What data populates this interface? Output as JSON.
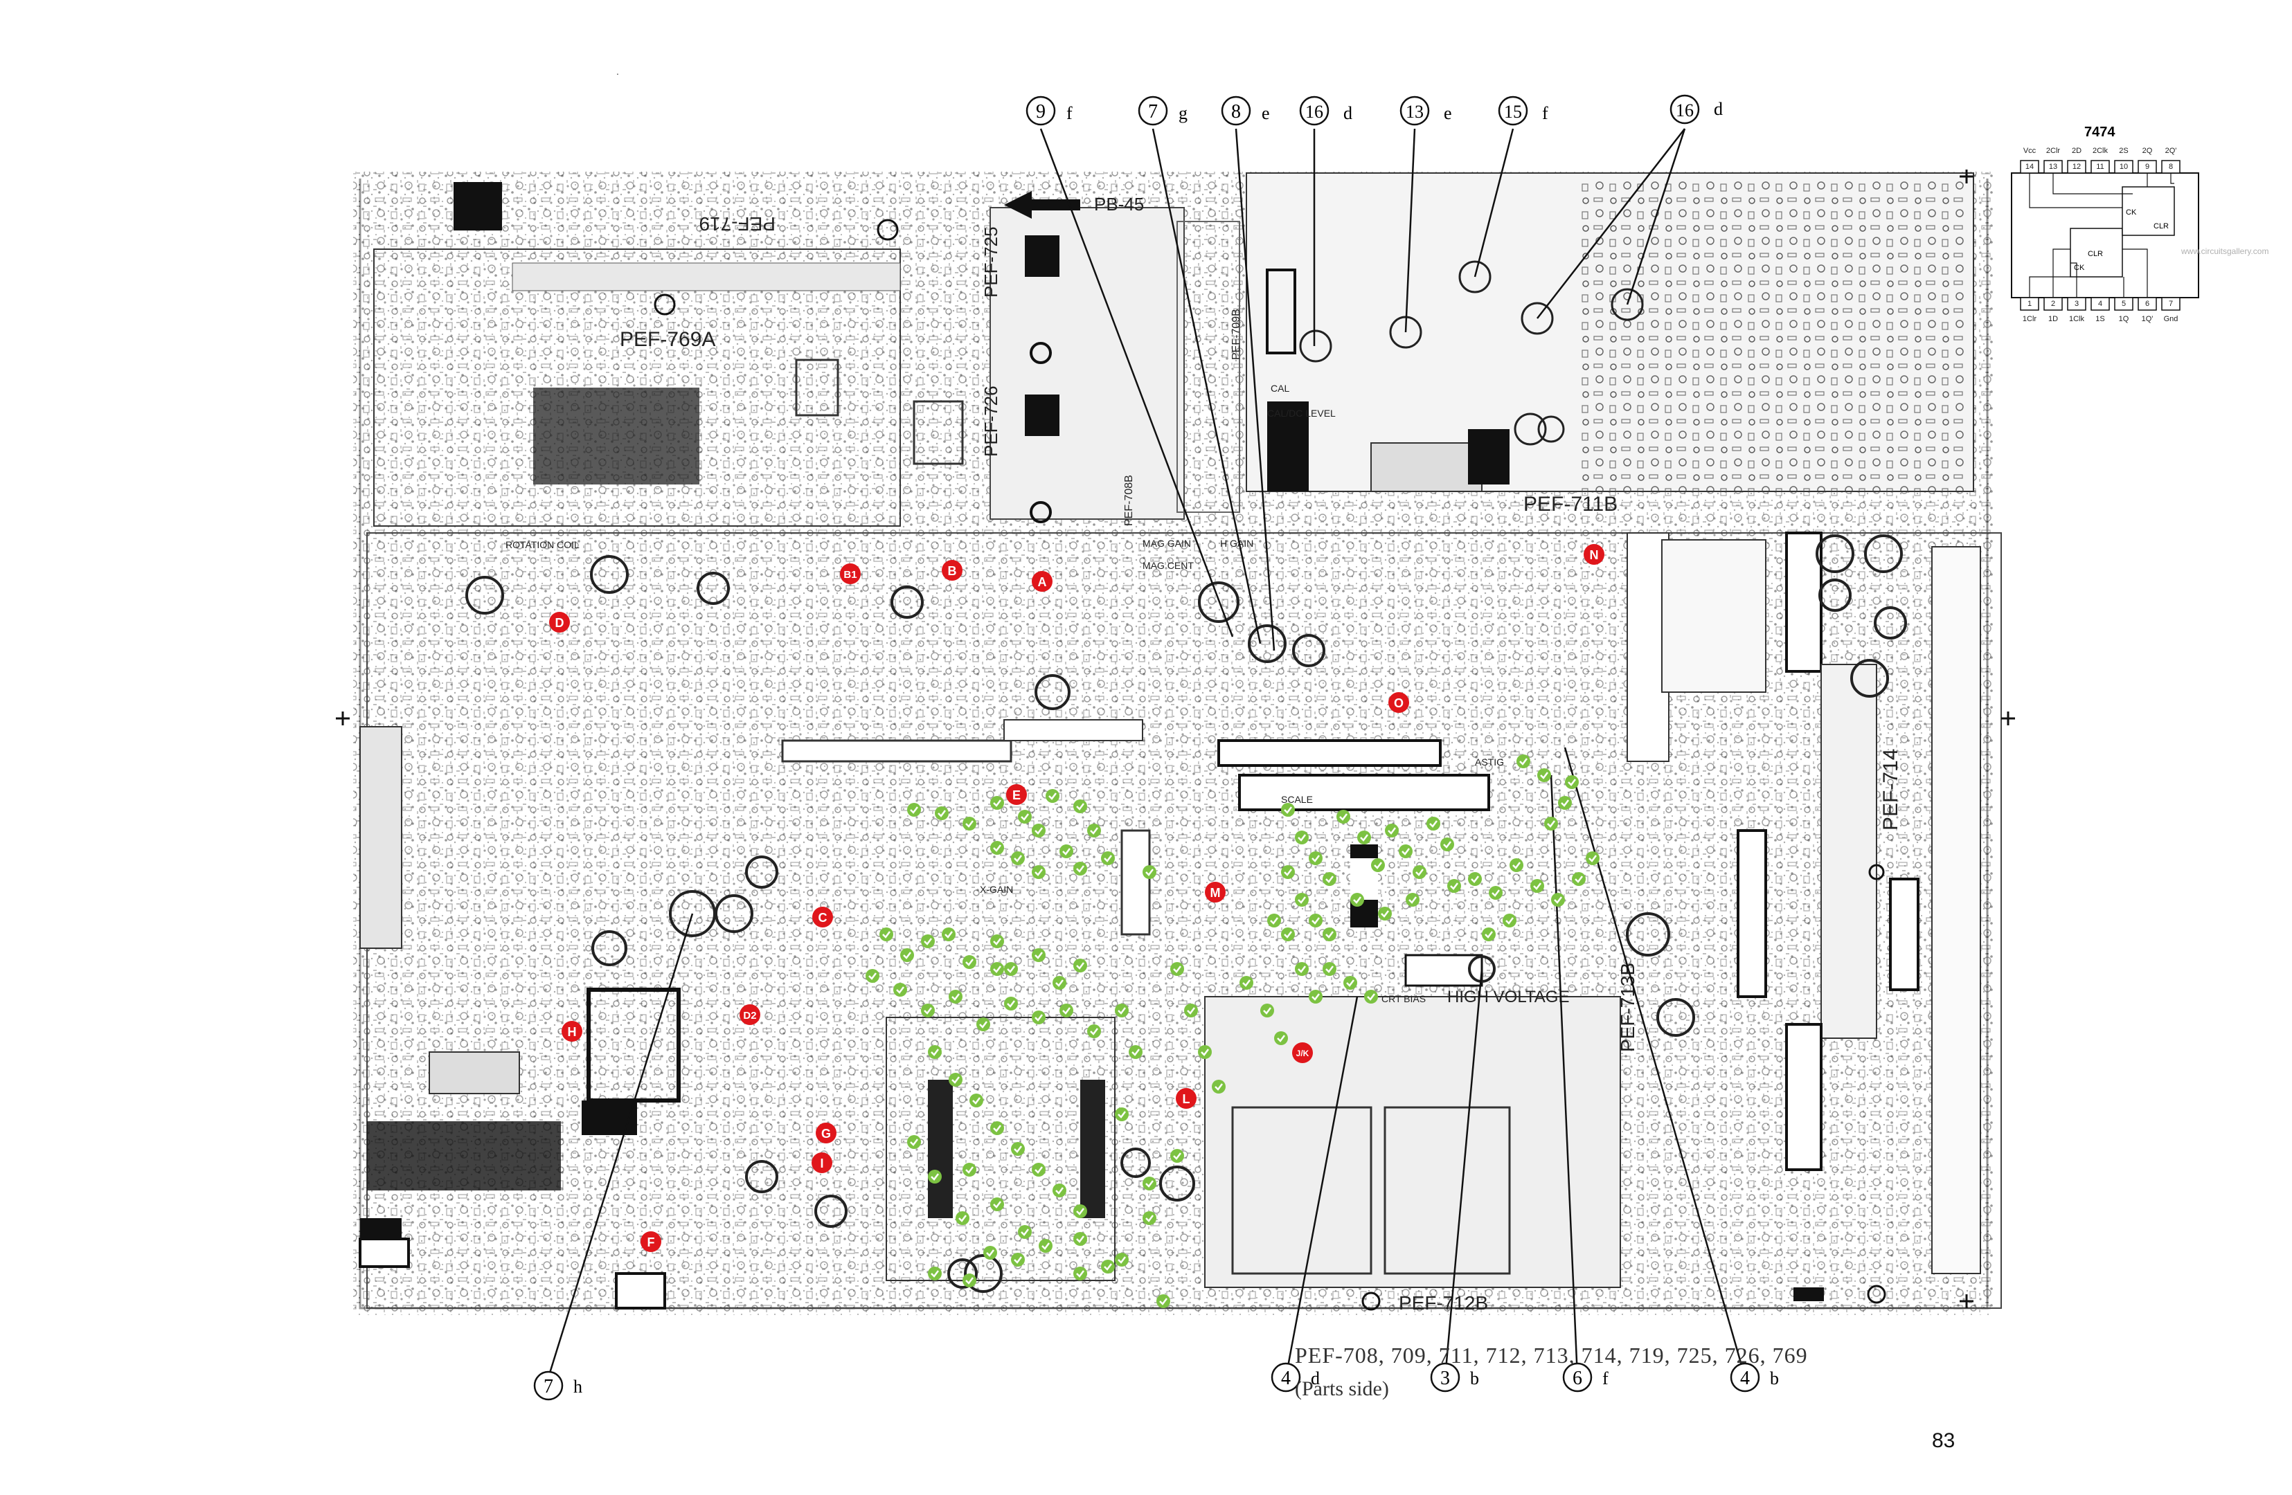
{
  "header_dot": ".",
  "board_labels": {
    "pb45": "PB-45",
    "pef725": "PEF-725",
    "pef726": "PEF-726",
    "pef708b": "PEF-708B",
    "pef709b": "PEF-709B",
    "pef711b": "PEF-711B",
    "pef712b": "PEF-712B",
    "pef713b": "PEF-713B",
    "pef714": "PEF-714",
    "pef719": "PEF-719",
    "pef769a": "PEF-769A",
    "high_voltage": "HIGH VOLTAGE",
    "cal_dc_level": "CAL/DC LEVEL",
    "cal": "CAL",
    "mag_gain": "MAG GAIN",
    "mag_cent": "MAG CENT",
    "h_gain": "H GAIN",
    "scale": "SCALE",
    "rotation_coil": "ROTATION COIL",
    "ast_ig": "ASTIG",
    "crt_bias": "CRT BIAS",
    "x_gain": "X-GAIN"
  },
  "callouts_top": [
    {
      "num": "9",
      "letter": "f"
    },
    {
      "num": "7",
      "letter": "g"
    },
    {
      "num": "8",
      "letter": "e"
    },
    {
      "num": "16",
      "letter": "d"
    },
    {
      "num": "13",
      "letter": "e"
    },
    {
      "num": "15",
      "letter": "f"
    },
    {
      "num": "16",
      "letter": "d"
    }
  ],
  "callouts_bottom": [
    {
      "num": "7",
      "letter": "h"
    },
    {
      "num": "4",
      "letter": "d"
    },
    {
      "num": "3",
      "letter": "b"
    },
    {
      "num": "6",
      "letter": "f"
    },
    {
      "num": "4",
      "letter": "b"
    }
  ],
  "markers_red": [
    "A",
    "B",
    "B1",
    "C",
    "D",
    "D2",
    "E",
    "F",
    "G",
    "H",
    "I",
    "L",
    "M",
    "N",
    "O",
    "J/K"
  ],
  "caption": "PEF-708, 709, 711, 712, 713, 714, 719, 725, 726, 769",
  "subcaption": "(Parts side)",
  "page_number": "83",
  "chip": {
    "title": "7474",
    "top_pins": [
      "Vcc",
      "2Clr",
      "2D",
      "2Clk",
      "2S",
      "2Q",
      "2Q'"
    ],
    "top_numbers": [
      "14",
      "13",
      "12",
      "11",
      "10",
      "9",
      "8"
    ],
    "bottom_pins": [
      "1Clr",
      "1D",
      "1Clk",
      "1S",
      "1Q",
      "1Q'",
      "Gnd"
    ],
    "bottom_numbers": [
      "1",
      "2",
      "3",
      "4",
      "5",
      "6",
      "7"
    ],
    "site": "www.circuitsgallery.com"
  },
  "colors": {
    "marker_red": "#e0161b",
    "marker_green": "#7cc242",
    "ink": "#1a1a1a"
  }
}
